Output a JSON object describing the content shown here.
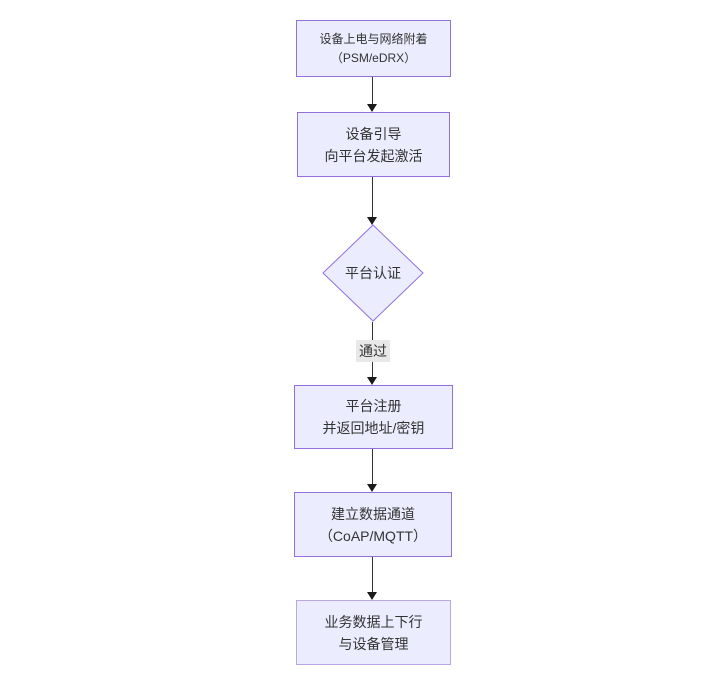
{
  "diagram": {
    "type": "flowchart",
    "direction": "top-down",
    "colors": {
      "node_fill": "#ECECFF",
      "node_border": "#9370DB",
      "last_node_border": "#BBA7E4",
      "arrow_line": "#333333",
      "arrowhead": "#1a1a1a",
      "edge_label_bg": "#e8e8e8",
      "text": "#333333",
      "background": "#ffffff"
    },
    "nodes": [
      {
        "id": "power-on",
        "shape": "rect",
        "line1": "设备上电与网络附着",
        "line2": "（PSM/eDRX）"
      },
      {
        "id": "bootstrap",
        "shape": "rect",
        "line1": "设备引导",
        "line2": "向平台发起激活"
      },
      {
        "id": "auth",
        "shape": "diamond",
        "line1": "平台认证",
        "line2": ""
      },
      {
        "id": "register",
        "shape": "rect",
        "line1": "平台注册",
        "line2": "并返回地址/密钥"
      },
      {
        "id": "channel",
        "shape": "rect",
        "line1": "建立数据通道",
        "line2": "（CoAP/MQTT）"
      },
      {
        "id": "business",
        "shape": "rect",
        "line1": "业务数据上下行",
        "line2": "与设备管理"
      }
    ],
    "edges": [
      {
        "from": "power-on",
        "to": "bootstrap",
        "label": ""
      },
      {
        "from": "bootstrap",
        "to": "auth",
        "label": ""
      },
      {
        "from": "auth",
        "to": "register",
        "label": "通过"
      },
      {
        "from": "register",
        "to": "channel",
        "label": ""
      },
      {
        "from": "channel",
        "to": "business",
        "label": ""
      }
    ]
  }
}
